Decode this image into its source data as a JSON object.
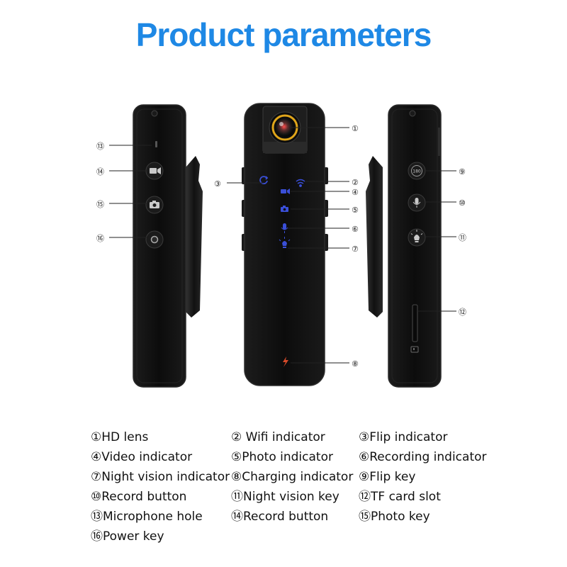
{
  "page": {
    "title": "Product parameters",
    "title_color": "#1e88e5"
  },
  "callouts": {
    "c1": "①",
    "c2": "②",
    "c3": "③",
    "c4": "④",
    "c5": "⑤",
    "c6": "⑥",
    "c7": "⑦",
    "c8": "⑧",
    "c9": "⑨",
    "c10": "⑩",
    "c11": "⑪",
    "c12": "⑫",
    "c13": "⑬",
    "c14": "⑭",
    "c15": "⑮",
    "c16": "⑯"
  },
  "device_labels": {
    "flip_key_marking": "180"
  },
  "legend": [
    "①HD lens",
    "② Wifi indicator",
    "③Flip indicator",
    "④Video indicator",
    "⑤Photo indicator",
    "⑥Recording indicator",
    "⑦Night vision indicator",
    "⑧Charging indicator",
    "⑨Flip key",
    "⑩Record button",
    "⑪Night vision key",
    "⑫TF card slot",
    "⑬Microphone hole",
    "⑭Record button",
    "⑮Photo key",
    "⑯Power key"
  ],
  "colors": {
    "device_body": "#121212",
    "device_edge": "#2a2a2a",
    "indicator_blue": "#3a4fd8",
    "charging_red": "#d64a2a",
    "lens_ring": "#e0a51a"
  }
}
